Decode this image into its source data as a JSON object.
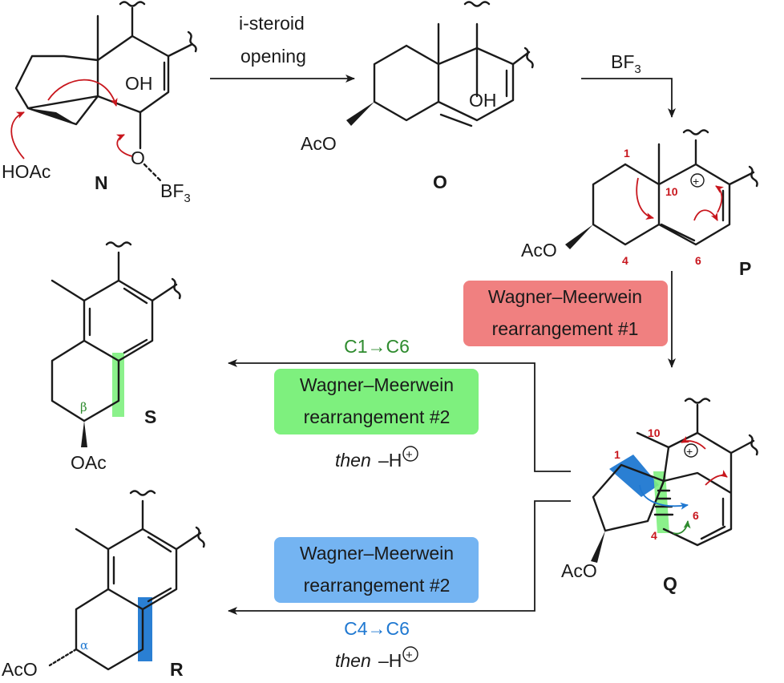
{
  "compounds": {
    "N": {
      "label": "N",
      "oh": "OH",
      "hoac": "HOAc",
      "o": "O",
      "bf3": "BF",
      "bf3_sub": "3"
    },
    "O": {
      "label": "O",
      "oh": "OH",
      "aco": "AcO"
    },
    "P": {
      "label": "P",
      "aco": "AcO",
      "num1": "1",
      "num10": "10",
      "num4": "4",
      "num6": "6"
    },
    "Q": {
      "label": "Q",
      "aco": "AcO",
      "num1": "1",
      "num10": "10",
      "num4": "4",
      "num6": "6"
    },
    "S": {
      "label": "S",
      "oac": "OAc",
      "beta": "β"
    },
    "R": {
      "label": "R",
      "aco": "AcO",
      "alpha": "α"
    }
  },
  "steps": {
    "n_to_o": {
      "line1": "i-steroid",
      "line2": "opening"
    },
    "o_to_p": {
      "reagent": "BF",
      "reagent_sub": "3"
    },
    "p_to_q": {
      "line1": "Wagner–Meerwein",
      "line2": "rearrangement #1",
      "color": "#f08080"
    },
    "q_to_s": {
      "shift": "C1→C6",
      "line1": "Wagner–Meerwein",
      "line2": "rearrangement #2",
      "then": "then",
      "minus_h": "–H",
      "color": "#7ef07e",
      "shift_color": "#2e8b2e"
    },
    "q_to_r": {
      "shift": "C4→C6",
      "line1": "Wagner–Meerwein",
      "line2": "rearrangement #2",
      "then": "then",
      "minus_h": "–H",
      "color": "#74b4f2",
      "shift_color": "#1f78d1"
    }
  },
  "symbols": {
    "plus": "+"
  }
}
